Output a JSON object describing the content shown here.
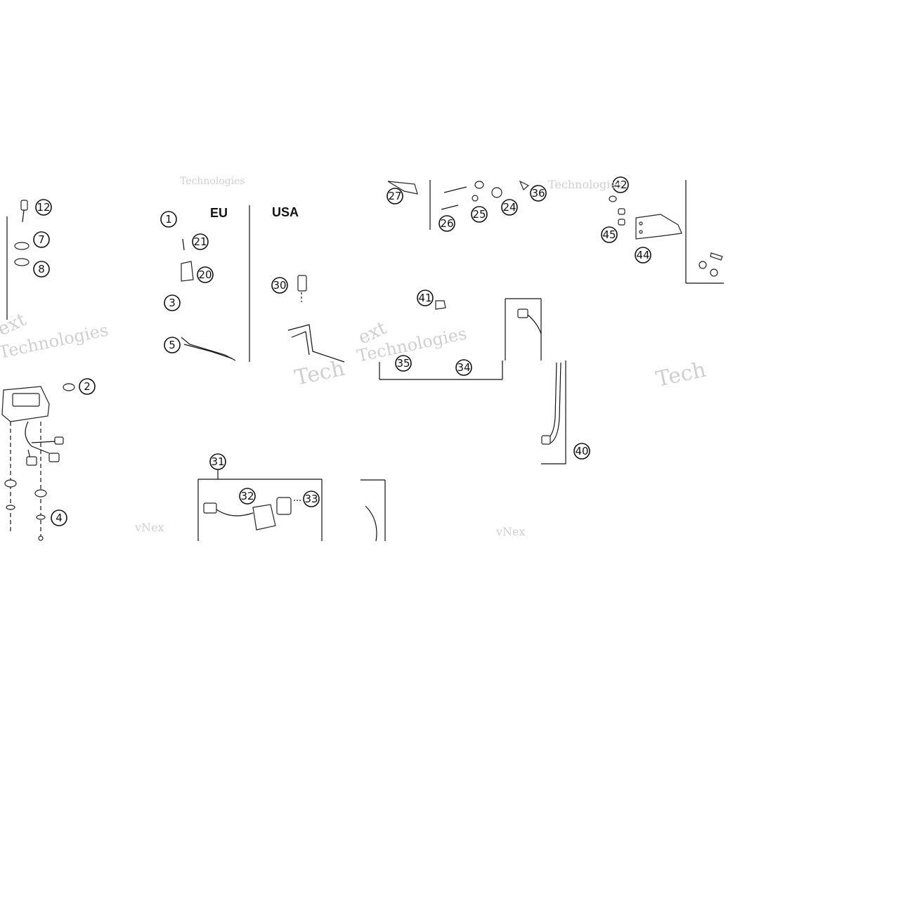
{
  "regions": {
    "eu": "EU",
    "usa": "USA"
  },
  "callouts": [
    "12",
    "7",
    "8",
    "1",
    "21",
    "20",
    "3",
    "5",
    "2",
    "4",
    "30",
    "27",
    "26",
    "25",
    "24",
    "36",
    "42",
    "45",
    "44",
    "41",
    "35",
    "34",
    "40",
    "31",
    "32",
    "33"
  ],
  "watermarks": {
    "brand_a": "vNex",
    "brand_b": "Tech",
    "brand_c": "Technologies",
    "brand_d": "ext"
  }
}
